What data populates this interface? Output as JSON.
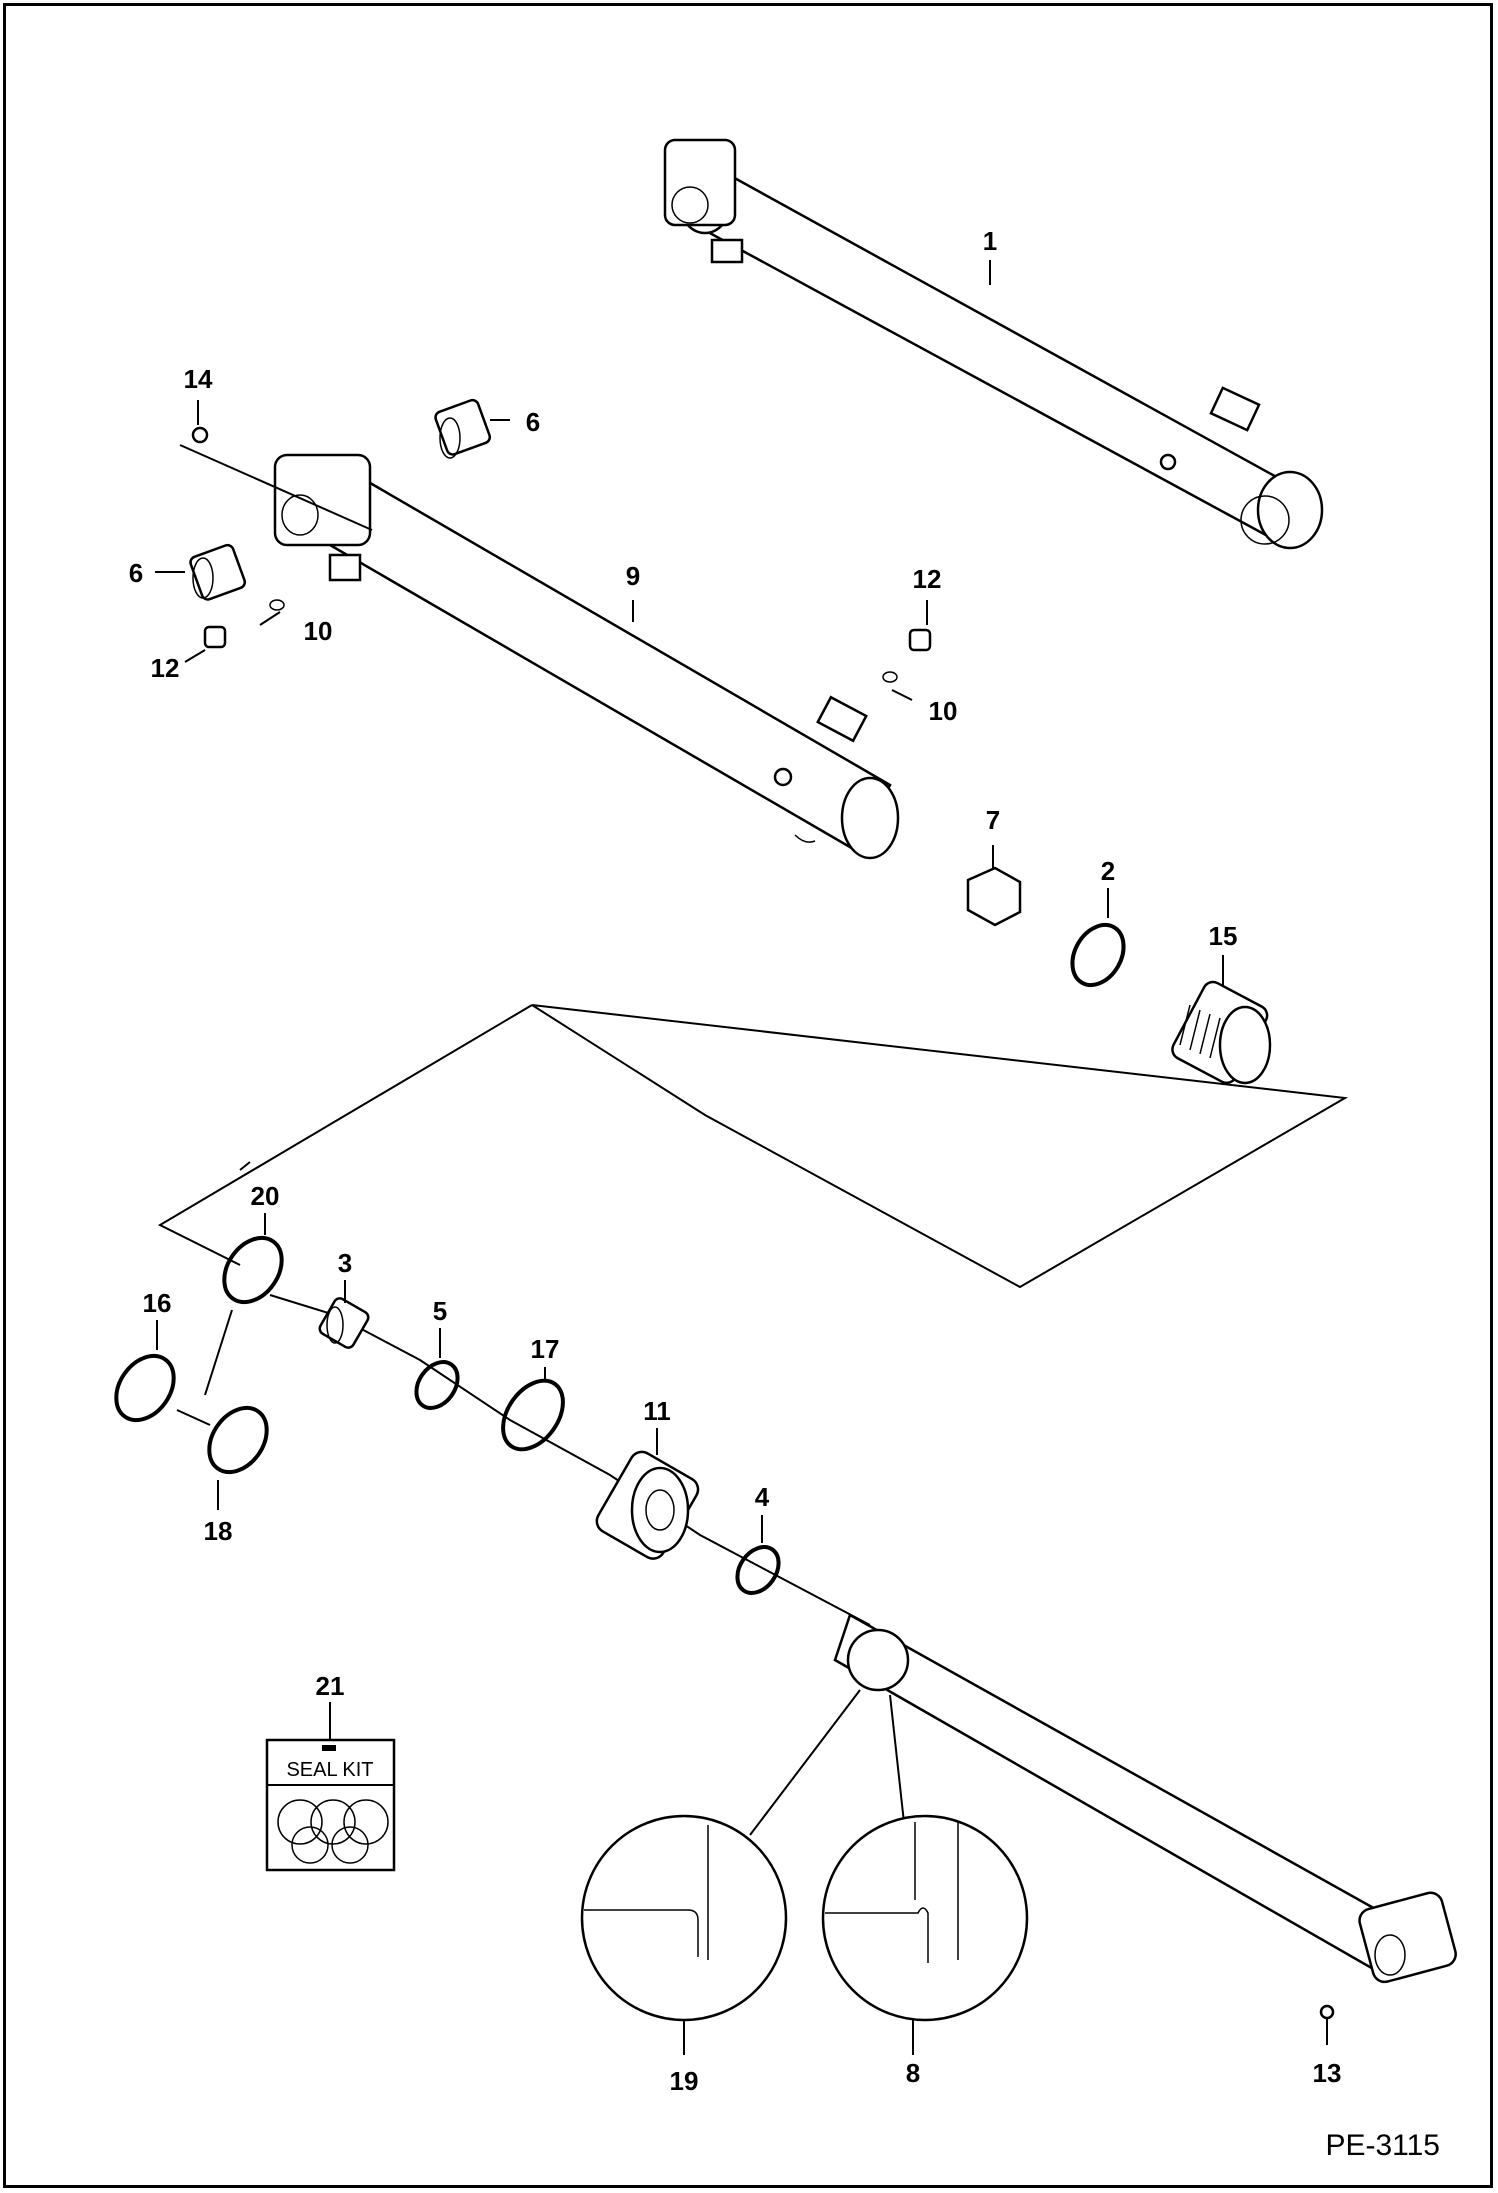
{
  "callouts": {
    "c1": "1",
    "c2": "2",
    "c3": "3",
    "c4": "4",
    "c5": "5",
    "c6a": "6",
    "c6b": "6",
    "c7": "7",
    "c8": "8",
    "c9": "9",
    "c10a": "10",
    "c10b": "10",
    "c11": "11",
    "c12a": "12",
    "c12b": "12",
    "c13": "13",
    "c14": "14",
    "c15": "15",
    "c16": "16",
    "c17": "17",
    "c18": "18",
    "c19": "19",
    "c20": "20",
    "c21": "21"
  },
  "seal_kit_label": "SEAL KIT",
  "reference": "PE-3115"
}
